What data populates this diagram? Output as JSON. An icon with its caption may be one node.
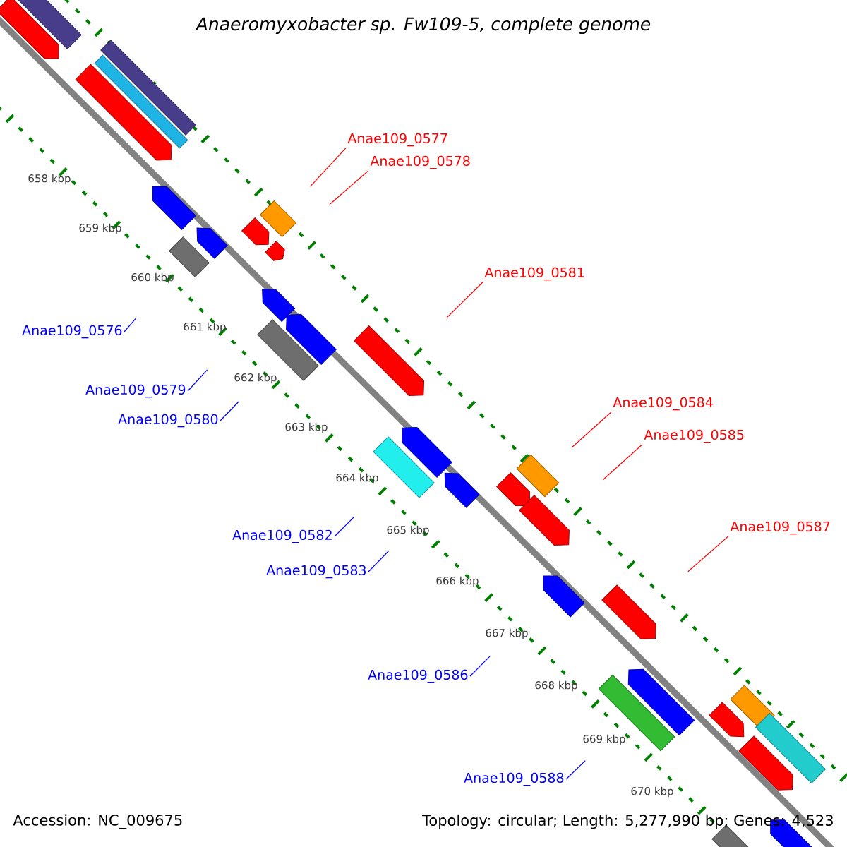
{
  "diagram": {
    "title": "Anaeromyxobacter sp. Fw109-5, complete genome",
    "nodes": [
      {
        "text": [
          "Anae109_0577"
        ]
      },
      {
        "text": [
          "Anae109_0578"
        ]
      },
      {
        "text": [
          "Anae109_0581"
        ]
      },
      {
        "text": [
          "Anae109_0576"
        ]
      },
      {
        "text": [
          "Anae109_0579"
        ]
      },
      {
        "text": [
          "Anae109_0584"
        ]
      },
      {
        "text": [
          "Anae109_0580"
        ]
      },
      {
        "text": [
          "Anae109_0585"
        ]
      },
      {
        "text": [
          "Anae109_0587"
        ]
      },
      {
        "text": [
          "Anae109_0582"
        ]
      },
      {
        "text": [
          "Anae109_0583"
        ]
      },
      {
        "text": [
          "Anae109_0586"
        ]
      },
      {
        "text": [
          "Anae109_0588"
        ]
      }
    ],
    "edges": [
      {
        "from": 0,
        "to": null,
        "arrow": "none",
        "color": "#ff0000"
      },
      {
        "from": 1,
        "to": null,
        "arrow": "none",
        "color": "#ff0000"
      },
      {
        "from": 2,
        "to": null,
        "arrow": "none",
        "color": "#ff0000"
      },
      {
        "from": 3,
        "to": null,
        "arrow": "none"
      },
      {
        "from": 4,
        "to": null,
        "arrow": "none"
      },
      {
        "from": 5,
        "to": null,
        "arrow": "none",
        "color": "#ff0000"
      },
      {
        "from": 6,
        "to": null,
        "arrow": "none"
      },
      {
        "from": 7,
        "to": null,
        "arrow": "none",
        "color": "#ff0000"
      },
      {
        "from": 8,
        "to": null,
        "arrow": "none",
        "color": "#ff0000"
      },
      {
        "from": 9,
        "to": null,
        "arrow": "none"
      },
      {
        "from": 10,
        "to": null,
        "arrow": "none"
      },
      {
        "from": 11,
        "to": null,
        "arrow": "none"
      },
      {
        "from": 12,
        "to": null,
        "arrow": "none"
      }
    ],
    "labels": [
      "658 kbp",
      "659 kbp",
      "660 kbp",
      "661 kbp",
      "662 kbp",
      "663 kbp",
      "664 kbp",
      "665 kbp",
      "666 kbp",
      "667 kbp",
      "668 kbp",
      "669 kbp",
      "670 kbp",
      "Accession: NC_009675",
      "Topology: circular; Length: 5,277,990 bp; Genes: 4,523"
    ]
  }
}
